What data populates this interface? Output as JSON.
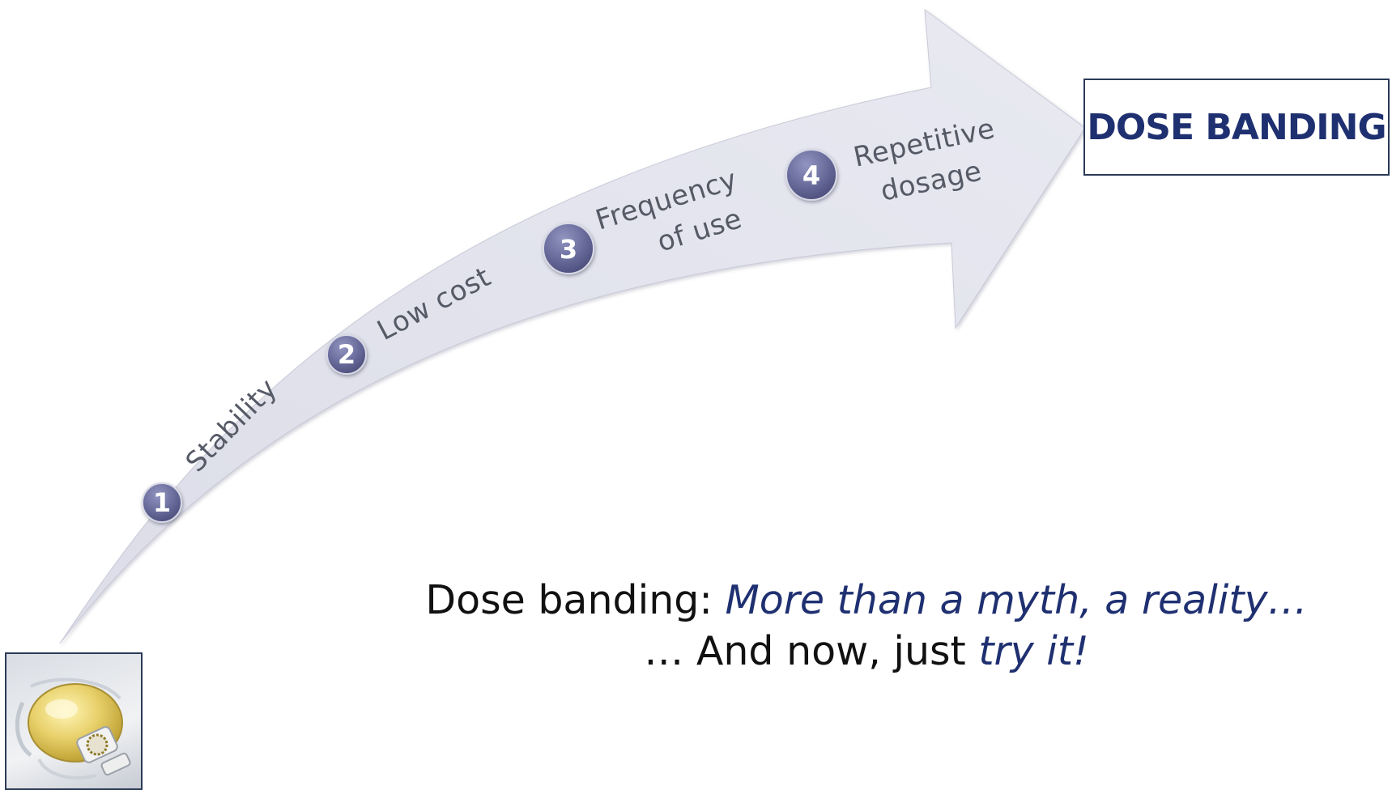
{
  "steps": [
    {
      "number": "1",
      "label_lines": [
        "Stability"
      ]
    },
    {
      "number": "2",
      "label_lines": [
        "Low cost"
      ]
    },
    {
      "number": "3",
      "label_lines": [
        "Frequency",
        "of use"
      ]
    },
    {
      "number": "4",
      "label_lines": [
        "Repetitive",
        "dosage"
      ]
    }
  ],
  "target": {
    "label": "DOSE BANDING"
  },
  "tagline": {
    "line1_plain": "Dose banding: ",
    "line1_emphasis": "More than a myth, a reality…",
    "line2_plain": "… And now, just ",
    "line2_emphasis": "try it!"
  },
  "image": {
    "icon": "infusion-bag-icon"
  },
  "colors": {
    "arrow_fill": "#e4e5ef",
    "badge": "#6a6d9c",
    "label_text": "#555a66",
    "accent_text": "#1f3071",
    "box_border": "#2b3a57"
  }
}
